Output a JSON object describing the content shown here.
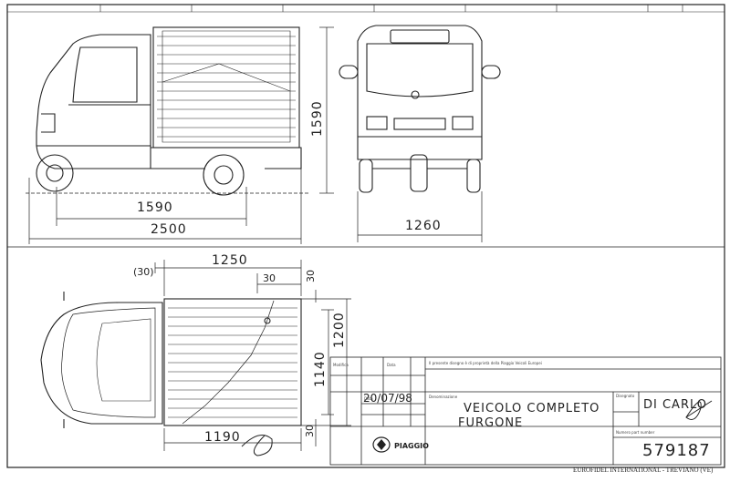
{
  "dimensions": {
    "side_wheelbase": "1590",
    "side_length": "2500",
    "side_height": "1590",
    "front_width": "1260",
    "top_box_length": "1250",
    "top_offset_left": "(30)",
    "top_offset_mid": "30",
    "top_offset_right": "30",
    "top_box_width_outer": "1200",
    "top_box_width_inner": "1140",
    "top_offset_bottom": "30",
    "top_lower_length": "1190"
  },
  "title_block": {
    "description": "VEICOLO COMPLETO",
    "subtitle": "FURGONE",
    "date": "20/07/98",
    "drafter": "DI CARLO",
    "part_number": "579187",
    "brand": "PIAGGIO",
    "label_description": "Denominazione",
    "label_date": "Data",
    "label_drafter": "Disegnato",
    "label_number": "Numero part number"
  },
  "footer": "EUROFIDEL INTERNATIONAL - TREVIANO (VE)"
}
